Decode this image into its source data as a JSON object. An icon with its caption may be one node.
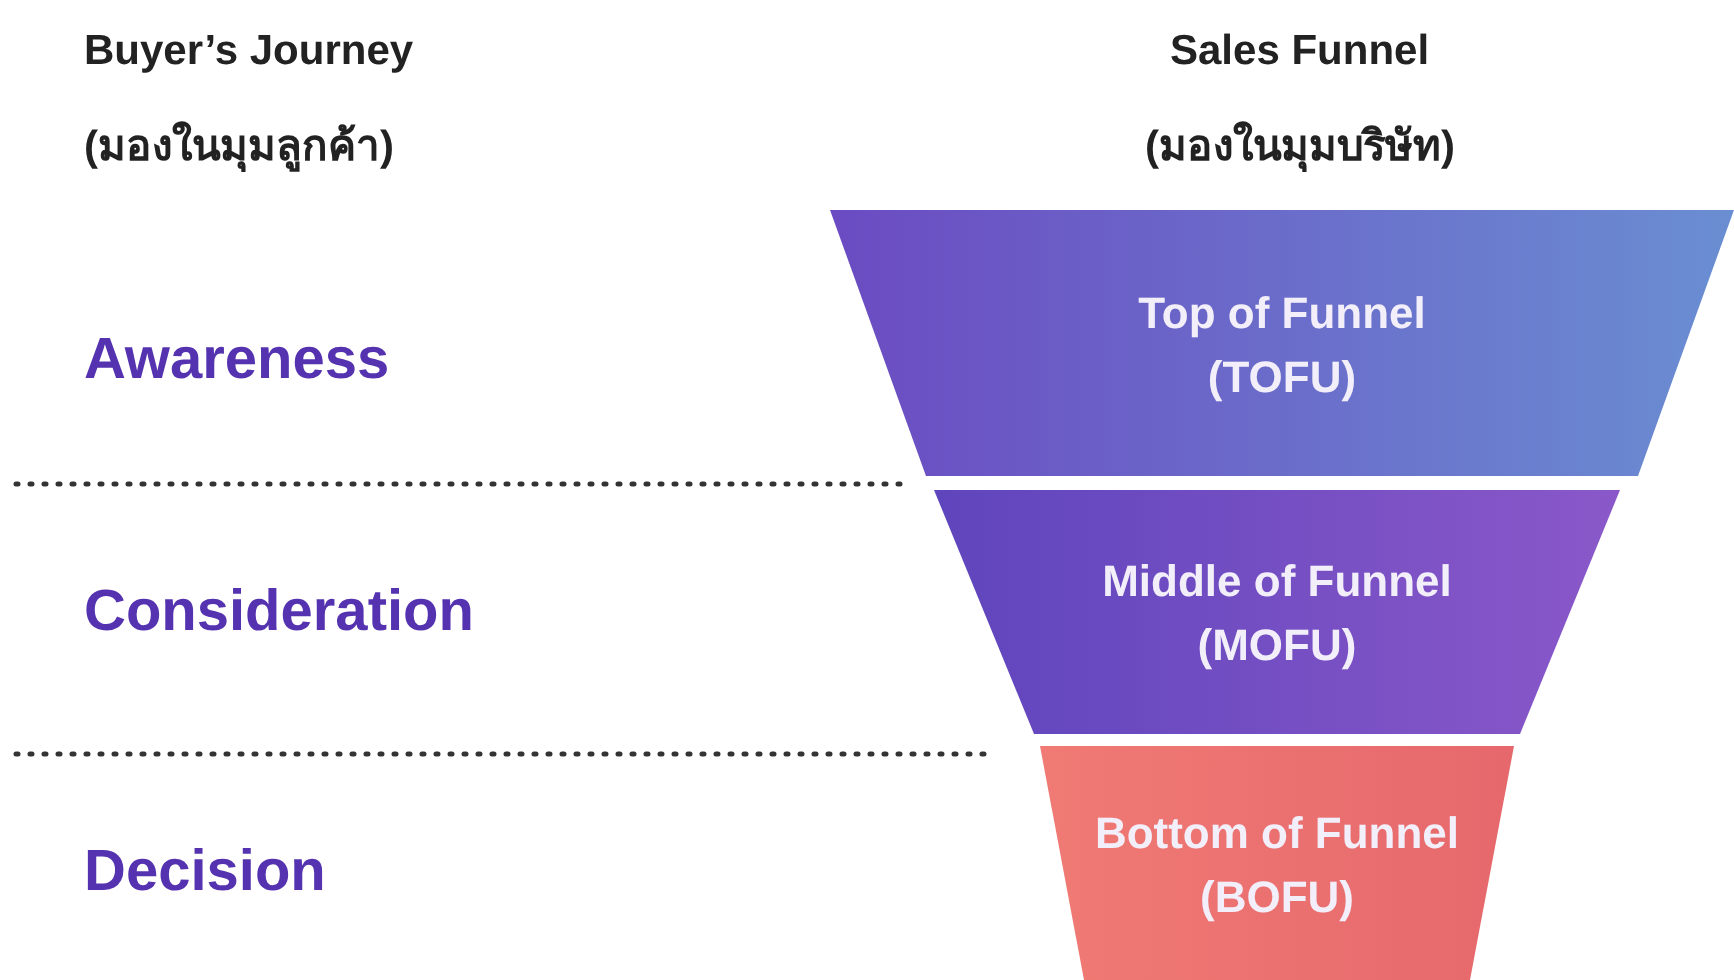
{
  "diagram": {
    "nodes": [
      {
        "text": [
          "Top of Funnel (TOFU)"
        ]
      },
      {
        "text": [
          "Middle of Funnel (MOFU)"
        ]
      },
      {
        "text": [
          "Bottom of Funnel (BOFU)"
        ]
      }
    ],
    "labels": [
      "Buyer’s Journey",
      "(มองในมุมลูกค้า)",
      "Sales Funnel",
      "(มองในมุมบริษัท)",
      "Awareness",
      "Consideration",
      "Decision"
    ]
  }
}
